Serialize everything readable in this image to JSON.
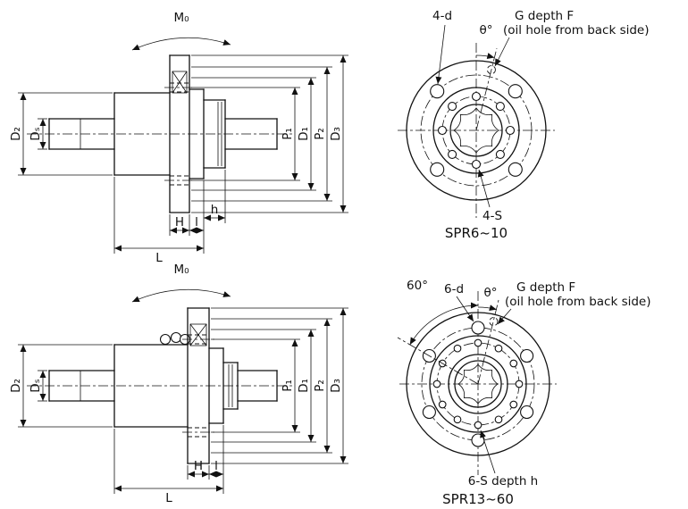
{
  "dims": {
    "m0": "M₀",
    "d2": "D₂",
    "ds": "Dₛ",
    "p1": "P₁",
    "d1": "D₁",
    "p2": "P₂",
    "d3": "D₃",
    "h_cap": "H",
    "l_small": "l",
    "h_small": "h",
    "l_cap": "L"
  },
  "front_top": {
    "hole_label": "4-d",
    "theta_label": "θ°",
    "g_label_1": "G depth F",
    "g_label_2": "(oil hole from back side)",
    "screw_label": "4-S",
    "caption": "SPR6~10"
  },
  "front_bottom": {
    "angle_label": "60°",
    "hole_label": "6-d",
    "theta_label": "θ°",
    "g_label_1": "G depth F",
    "g_label_2": "(oil hole from back side)",
    "screw_label": "6-S depth h",
    "caption": "SPR13~60"
  },
  "colors": {
    "line": "#111111",
    "background": "#ffffff"
  }
}
